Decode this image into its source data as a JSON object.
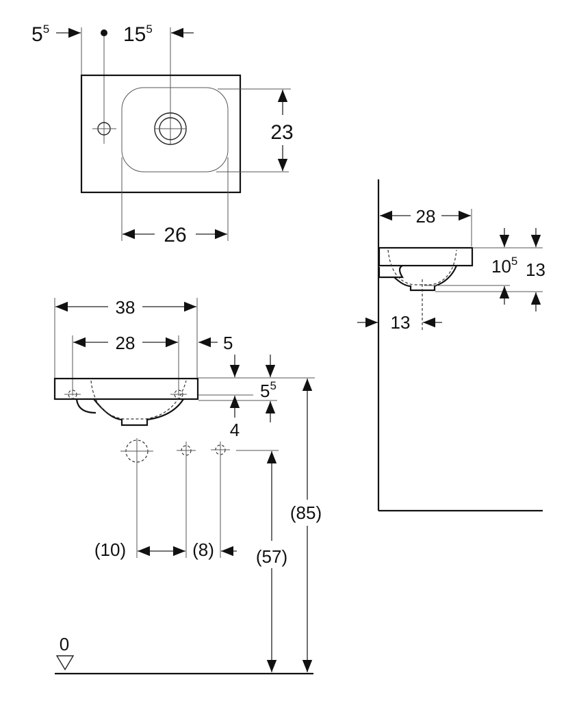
{
  "top_view": {
    "left_offset": {
      "main": "5",
      "sup": "5"
    },
    "drain_offset": {
      "main": "15",
      "sup": "5"
    },
    "bowl_depth": "23",
    "bowl_width": "26"
  },
  "front_view": {
    "overall_width": "38",
    "tap_hole_spacing": "28",
    "right_offset": "5",
    "rim_height": {
      "main": "5",
      "sup": "5"
    },
    "hole_height": "4",
    "spacing_a": "(10)",
    "spacing_b": "(8)",
    "connection_height": "(57)",
    "mounting_height": "(85)",
    "floor_level": "0"
  },
  "side_view": {
    "depth": "28",
    "height_a": {
      "main": "10",
      "sup": "5"
    },
    "height_b": "13",
    "drain_distance": "13"
  }
}
